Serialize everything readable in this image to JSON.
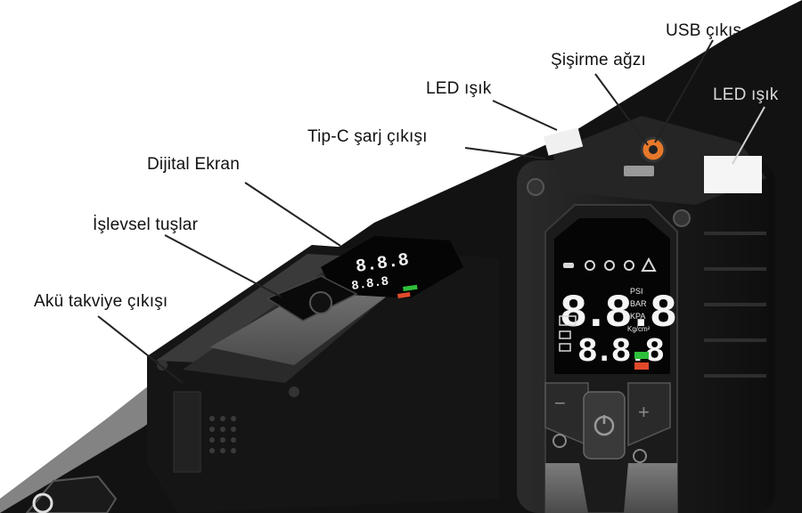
{
  "callouts": {
    "usb_output": "USB çıkış",
    "inflation_nozzle": "Şişirme ağzı",
    "led_light_left": "LED ışık",
    "led_light_right": "LED ışık",
    "typec_output": "Tip-C şarj çıkışı",
    "digital_display": "Dijital Ekran",
    "function_buttons": "İşlevsel tuşlar",
    "battery_boost_output": "Akü takviye çıkışı"
  },
  "display": {
    "main_digits": "8.8.8",
    "secondary_digits": "8.8.8",
    "units": [
      "PSI",
      "BAR",
      "KPA",
      "Kg/cm²"
    ]
  },
  "colors": {
    "background_light": "#ffffff",
    "background_dark": "#111111",
    "device_body": "#1e1e1e",
    "accent_orange": "#e8782a",
    "display_green": "#2fbf3a",
    "display_red": "#e04a2a"
  }
}
